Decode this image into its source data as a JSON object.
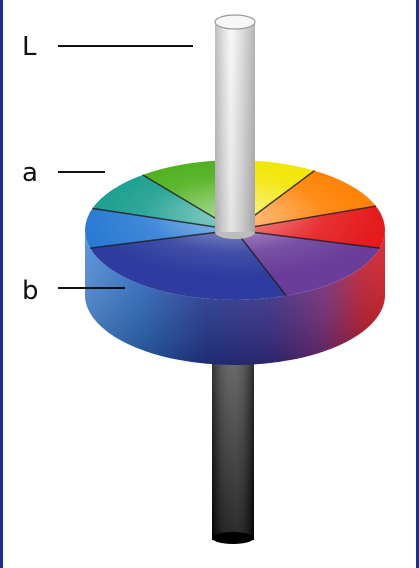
{
  "labels": {
    "lightness_axis": "L",
    "hue_a": "a",
    "hue_b": "b"
  },
  "colors": {
    "frame_edge": "#1a2f8f",
    "leader_line": "#111111",
    "hue_sectors": [
      "#e41a1c",
      "#ff7f00",
      "#f2e500",
      "#4caf1a",
      "#1a9e8f",
      "#2b7bd4",
      "#2d3c9e",
      "#6a3d9a"
    ],
    "side_band": [
      "#2b6cc4",
      "#243a9a",
      "#3a2f8f",
      "#7a2a7a",
      "#c4182a",
      "#d21420"
    ]
  },
  "icons": {
    "cylinder_hue_wheel": "3d-color-solid-icon",
    "lightness_rod": "lightness-rod-icon"
  }
}
